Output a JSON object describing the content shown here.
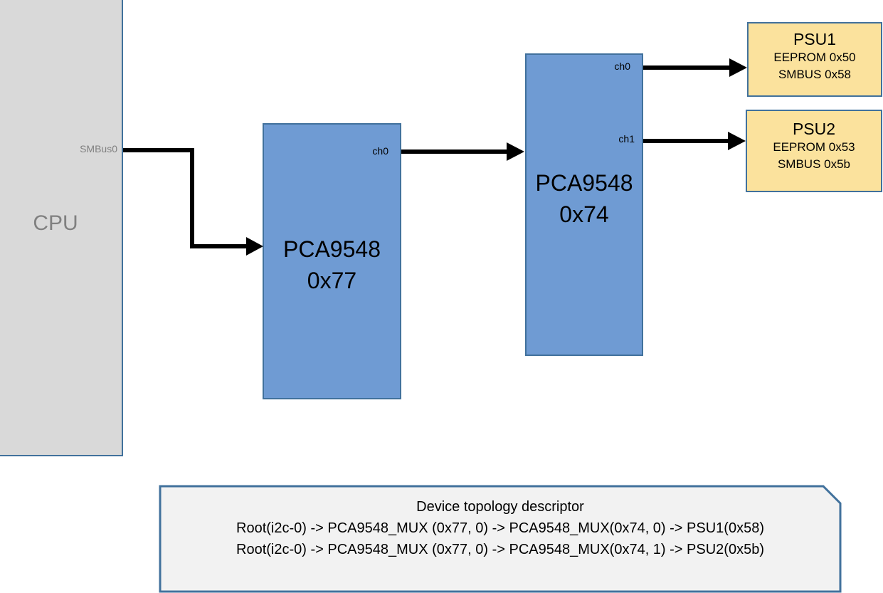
{
  "cpu": {
    "label": "CPU",
    "port": "SMBus0"
  },
  "mux1": {
    "name": "PCA9548",
    "address": "0x77",
    "port": "ch0"
  },
  "mux2": {
    "name": "PCA9548",
    "address": "0x74",
    "port0": "ch0",
    "port1": "ch1"
  },
  "psu1": {
    "name": "PSU1",
    "eeprom": "EEPROM 0x50",
    "smbus": "SMBUS 0x58"
  },
  "psu2": {
    "name": "PSU2",
    "eeprom": "EEPROM 0x53",
    "smbus": "SMBUS 0x5b"
  },
  "topology": {
    "title": "Device topology descriptor",
    "lines": [
      "Root(i2c-0) -> PCA9548_MUX (0x77, 0) -> PCA9548_MUX(0x74, 0) -> PSU1(0x58)",
      "Root(i2c-0) -> PCA9548_MUX (0x77, 0) -> PCA9548_MUX(0x74, 1) -> PSU2(0x5b)"
    ]
  },
  "colors": {
    "cpu_fill": "#d9d9d9",
    "mux_fill": "#6f9bd3",
    "psu_fill": "#fbe29d",
    "border": "#41719c",
    "note_fill": "#f2f2f2",
    "arrow": "#000000"
  }
}
